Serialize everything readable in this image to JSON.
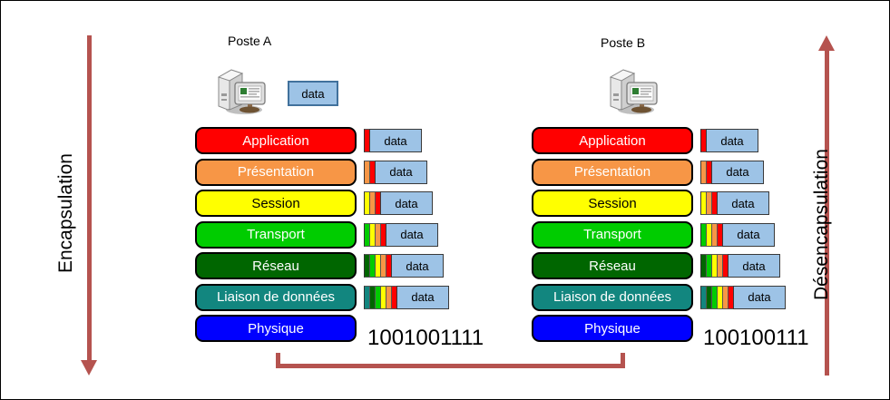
{
  "diagram": {
    "title": "OSI encapsulation / decapsulation",
    "frame_color": "#000000",
    "arrow_color": "#B5534F",
    "data_fill": "#9DC3E6"
  },
  "left_arrow": {
    "label": "Encapsulation",
    "direction": "down",
    "icon": "arrow-down-icon"
  },
  "right_arrow": {
    "label": "Désencapsulation",
    "direction": "up",
    "icon": "arrow-up-icon"
  },
  "stations": [
    {
      "id": "poste-a",
      "label": "Poste A",
      "icon": "computer-icon",
      "has_top_data_box": true,
      "top_data_label": "data",
      "binary": "1001001111"
    },
    {
      "id": "poste-b",
      "label": "Poste B",
      "icon": "computer-icon",
      "has_top_data_box": false,
      "top_data_label": "",
      "binary": "100100111"
    }
  ],
  "layers": [
    {
      "name": "Application",
      "color": "#FF0000",
      "text_color": "#FFFFFF",
      "header_color": "#FF0000",
      "headers": 1
    },
    {
      "name": "Présentation",
      "color": "#F79646",
      "text_color": "#FFFFFF",
      "header_color": "#F79646",
      "headers": 2
    },
    {
      "name": "Session",
      "color": "#FFFF00",
      "text_color": "#000000",
      "header_color": "#FFFF00",
      "headers": 3
    },
    {
      "name": "Transport",
      "color": "#00CC00",
      "text_color": "#FFFFFF",
      "header_color": "#00CC00",
      "headers": 4
    },
    {
      "name": "Réseau",
      "color": "#006600",
      "text_color": "#FFFFFF",
      "header_color": "#006600",
      "headers": 5
    },
    {
      "name": "Liaison de données",
      "color": "#12867F",
      "text_color": "#FFFFFF",
      "header_color": "#12867F",
      "headers": 6
    },
    {
      "name": "Physique",
      "color": "#0000FF",
      "text_color": "#FFFFFF",
      "header_color": "#0000FF",
      "headers": 0
    }
  ],
  "packet_data_label": "data",
  "header_stack_order": [
    "#12867F",
    "#006600",
    "#00CC00",
    "#FFFF00",
    "#F79646",
    "#FF0000"
  ]
}
